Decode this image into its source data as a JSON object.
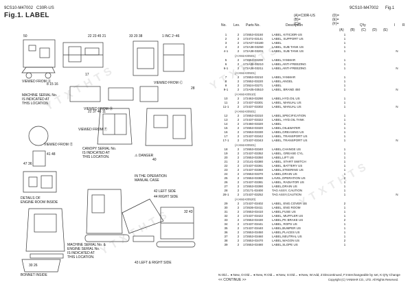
{
  "header": {
    "code": "9CS10-M47002",
    "model": "C30R-US",
    "title": "Fig.1.  LABEL",
    "right_code": "9CS10-M47002",
    "right_fig": "Fig.1"
  },
  "table": {
    "headers": {
      "no": "No.",
      "lev": "Lev.",
      "parts": "Parts No.",
      "desc": "Description",
      "qty": "Q'ty",
      "i": "I",
      "r": "R",
      "cols": [
        "(A)",
        "(B)",
        "(C)",
        "(D)",
        "(E)"
      ],
      "model_a": "(A)=C30R-US",
      "model_b": "(B)=",
      "model_c": "(C)=",
      "model_d": "(D)=",
      "model_e": "(E)=",
      "model_f": "(F)="
    },
    "rows": [
      {
        "no": "1",
        "lev": "2",
        "part": "172653-03150",
        "desc": "LABEL, KITIC30R-US",
        "a": "1",
        "n": ""
      },
      {
        "no": "2",
        "lev": "2",
        "part": "172472-03141",
        "desc": "LABEL, SUPPORT US",
        "a": "1",
        "n": ""
      },
      {
        "no": "3",
        "lev": "2",
        "part": "172A07-03180",
        "desc": "LABEL",
        "a": "1",
        "n": ""
      },
      {
        "no": "4",
        "lev": "2",
        "part": "172A38-03250",
        "desc": "LABEL, SUB TANK US",
        "a": "1",
        "n": ""
      },
      {
        "no": "4-1",
        "lev": "2",
        "part": "172A38-03201",
        "desc": "LABEL, SUB TANK US",
        "a": "1",
        "n": "N"
      },
      {
        "group": "(A>M4A00501)"
      },
      {
        "no": "5",
        "lev": "2",
        "part": "172653-03200",
        "desc": "LABEL,YANMAR",
        "a": "1",
        "n": ""
      },
      {
        "no": "6",
        "lev": "2",
        "part": "172A38-03210",
        "desc": "LABEL,ANTI-FREEZING",
        "a": "1",
        "n": ""
      },
      {
        "no": "6-1",
        "lev": "2",
        "part": "172A38-03211",
        "desc": "LABEL,ANTI-FREEZING",
        "a": "1",
        "n": "N"
      },
      {
        "group": "(A>M4A00501)"
      },
      {
        "no": "7",
        "lev": "2",
        "part": "172653-03210",
        "desc": "LABEL,YANMAR",
        "a": "1",
        "n": ""
      },
      {
        "no": "8",
        "lev": "2",
        "part": "172652-03220",
        "desc": "LABEL,ANGEL",
        "a": "1",
        "n": ""
      },
      {
        "no": "9",
        "lev": "2",
        "part": "172624-03271",
        "desc": "LABEL",
        "a": "1",
        "n": ""
      },
      {
        "no": "9-1",
        "lev": "2",
        "part": "172A05-03510",
        "desc": "LABEL, BRAND 450",
        "a": "1",
        "n": "N"
      },
      {
        "group": "(A>M4A00510)"
      },
      {
        "no": "10",
        "lev": "2",
        "part": "172463-03290",
        "desc": "LABEL,HYD.OIL US",
        "a": "1",
        "n": ""
      },
      {
        "no": "11",
        "lev": "2",
        "part": "172437-03301",
        "desc": "LABEL, MANUAL US",
        "a": "1",
        "n": ""
      },
      {
        "no": "11-1",
        "lev": "2",
        "part": "172437-03302",
        "desc": "LABEL, MANUAL US",
        "a": "1",
        "n": "N"
      },
      {
        "group": "(A>M4A00501)"
      },
      {
        "no": "12",
        "lev": "2",
        "part": "172653-03310",
        "desc": "LABEL,SPECIFICATION",
        "a": "1",
        "n": ""
      },
      {
        "no": "13",
        "lev": "2",
        "part": "172437-03322",
        "desc": "LABEL, HYD.OIL TANK",
        "a": "1",
        "n": ""
      },
      {
        "no": "14",
        "lev": "2",
        "part": "172460-03320",
        "desc": "LABEL",
        "a": "1",
        "n": ""
      },
      {
        "no": "15",
        "lev": "2",
        "part": "172653-03320",
        "desc": "LABEL,OIL&WATER",
        "a": "1",
        "n": ""
      },
      {
        "no": "16",
        "lev": "2",
        "part": "172653-03330",
        "desc": "LABEL,GREASING US",
        "a": "1",
        "n": ""
      },
      {
        "no": "17",
        "lev": "2",
        "part": "172437-03342",
        "desc": "LABEL, TRANSPORT US",
        "a": "1",
        "n": ""
      },
      {
        "no": "17-1",
        "lev": "2",
        "part": "172437-03343",
        "desc": "LABEL, TRANSPORT US",
        "a": "1",
        "n": "N"
      },
      {
        "group": "(A>M4A00501)"
      },
      {
        "no": "18",
        "lev": "2",
        "part": "172653-03340",
        "desc": "LABEL,CHANGE US",
        "a": "1",
        "n": ""
      },
      {
        "no": "19",
        "lev": "2",
        "part": "172437-03352",
        "desc": "LABEL, GREASE CYL.",
        "a": "1",
        "n": ""
      },
      {
        "no": "20",
        "lev": "2",
        "part": "172653-03350",
        "desc": "LABEL,LIFT US",
        "a": "1",
        "n": ""
      },
      {
        "no": "21",
        "lev": "2",
        "part": "172141-03380",
        "desc": "LABEL, START SWITCH",
        "a": "1",
        "n": ""
      },
      {
        "no": "22",
        "lev": "2",
        "part": "172437-03361",
        "desc": "LABEL, BATTERY US",
        "a": "1",
        "n": ""
      },
      {
        "no": "23",
        "lev": "2",
        "part": "172437-03360",
        "desc": "LABEL,STEERING US",
        "a": "1",
        "n": ""
      },
      {
        "no": "24",
        "lev": "2",
        "part": "172653-03370",
        "desc": "LABEL,DRAIN US",
        "a": "1",
        "n": ""
      },
      {
        "no": "25",
        "lev": "2",
        "part": "172653-03380",
        "desc": "LAVEL,OPERATION US",
        "a": "2",
        "n": ""
      },
      {
        "no": "26",
        "lev": "2",
        "part": "172437-03381",
        "desc": "LABEL, RADIATOR US",
        "a": "1",
        "n": ""
      },
      {
        "no": "27",
        "lev": "2",
        "part": "172653-03390",
        "desc": "LABEL,DRAIN US",
        "a": "1",
        "n": ""
      },
      {
        "no": "28",
        "lev": "2",
        "part": "172171-03400",
        "desc": "TAG ASSY, CAUTION",
        "a": "1",
        "n": ""
      },
      {
        "no": "28-1",
        "lev": "2",
        "part": "172437-03252",
        "desc": "TAG ASSY,CAUTION",
        "a": "1",
        "n": "N"
      },
      {
        "group": "(A>M4A00520)"
      },
      {
        "no": "29",
        "lev": "2",
        "part": "172437-03402",
        "desc": "LABEL, ENG.COVER US",
        "a": "2",
        "n": ""
      },
      {
        "no": "30",
        "lev": "2",
        "part": "172636-03411",
        "desc": "LABEL, ENG ROOM",
        "a": "1",
        "n": ""
      },
      {
        "no": "31",
        "lev": "2",
        "part": "172653-03410",
        "desc": "LABEL,FUSE US",
        "a": "1",
        "n": ""
      },
      {
        "no": "32",
        "lev": "2",
        "part": "172437-03422",
        "desc": "LABEL, MUFFLER US",
        "a": "1",
        "n": ""
      },
      {
        "no": "33",
        "lev": "2",
        "part": "172653-03430",
        "desc": "LABEL,PK BRAKE US",
        "a": "2",
        "n": ""
      },
      {
        "no": "34",
        "lev": "2",
        "part": "172437-03441",
        "desc": "LABEL, ROPS US",
        "a": "1",
        "n": ""
      },
      {
        "no": "35",
        "lev": "2",
        "part": "172437-03440",
        "desc": "LABEL,BUMPER US",
        "a": "1",
        "n": ""
      },
      {
        "no": "36",
        "lev": "2",
        "part": "172653-03450",
        "desc": "LABEL,PLACES US",
        "a": "1",
        "n": ""
      },
      {
        "no": "37",
        "lev": "2",
        "part": "172653-03460",
        "desc": "LABEL,NEUTRAL US",
        "a": "1",
        "n": ""
      },
      {
        "no": "38",
        "lev": "2",
        "part": "172653-03470",
        "desc": "LABEL,WAGON US",
        "a": "2",
        "n": ""
      },
      {
        "no": "39",
        "lev": "2",
        "part": "172653-03480",
        "desc": "LABEL,SLOPE US",
        "a": "1",
        "n": ""
      }
    ]
  },
  "diagram": {
    "labels": {
      "view_a": "VIEWED FROM",
      "view_b": "VIEWED FROM",
      "view_c": "VIEWED FROM",
      "view_e": "VIEWED FROM",
      "view_f": "VIEWED FROM",
      "machine_serial_1": "MACHINE SERIAL No.\nIS INDICATED AT\nTHIS LOCATION.",
      "canopy_serial": "CANOPY SERIAL No.\nIS INDICATED AT\nTHIS LOCATION.",
      "engine_room": "DETAILS OF\nENGINE ROOM INSIDE",
      "danger": "DANGER",
      "operation_manual": "IN THE OPERATION\nMANUAL CASE",
      "left_side": "LEFT SIDE",
      "right_side": "RIGHT SIDE",
      "left_right": "LEFT & RIGHT SIDE",
      "machine_engine_serial": "MACHINE SERIAL No. &\nENGINE SERIAL No.\nIS INDICATED AT\nTHIS LOCATION.",
      "bonnet": "BONNET INSIDE"
    }
  },
  "footer": {
    "legend": "N:Old→ ●:New, O:Old→ ●:New, R:Old→ ●:New, S:Old→ ●:New, W:Add, Z:Discontinued, F:Interchangeable by set, K:Q'ty Change",
    "continue": "<< CONTINUE >>",
    "copyright": "Copyright (C)  YANMAR CO., LTD. All Rights Reserved."
  }
}
